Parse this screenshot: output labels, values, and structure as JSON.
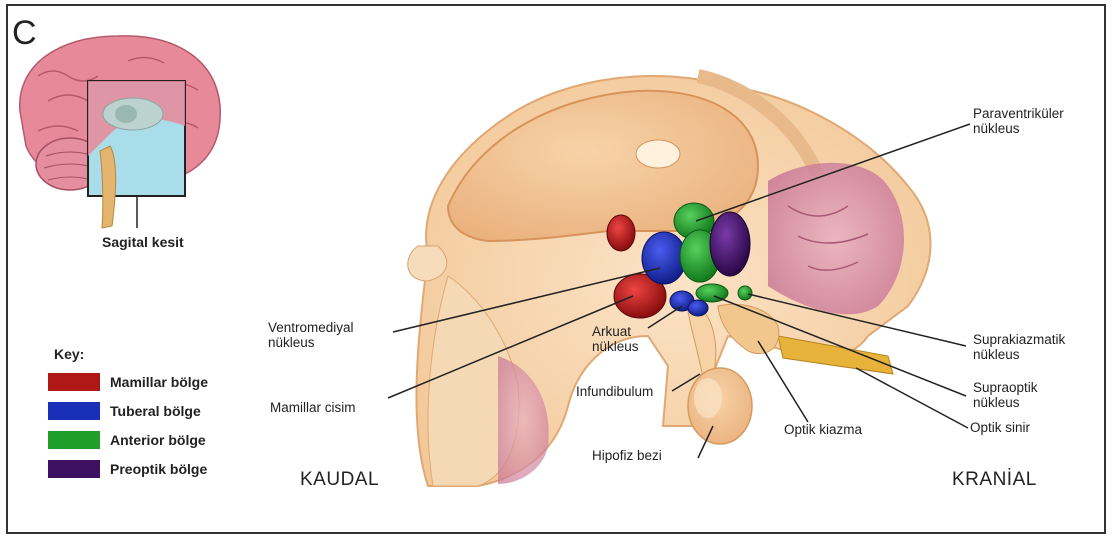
{
  "panel_letter": "C",
  "inset": {
    "caption": "Sagital kesit"
  },
  "labels": {
    "paraventricular": [
      "Paraventriküler",
      "nükleus"
    ],
    "ventromedial": [
      "Ventromediyal",
      "nükleus"
    ],
    "arcuate": [
      "Arkuat",
      "nükleus"
    ],
    "mamillary_body": "Mamillar cisim",
    "infundibulum": "Infundibulum",
    "pituitary": "Hipofiz bezi",
    "optic_chiasm": "Optik kiazma",
    "suprachiasmatic": [
      "Suprakiazmatik",
      "nükleus"
    ],
    "supraoptic": [
      "Supraoptik",
      "nükleus"
    ],
    "optic_nerve": "Optik sinir"
  },
  "key": {
    "title": "Key:",
    "items": [
      {
        "label": "Mamillar bölge",
        "color": "#b01818"
      },
      {
        "label": "Tuberal bölge",
        "color": "#1a2fb8"
      },
      {
        "label": "Anterior bölge",
        "color": "#1f9e2a"
      },
      {
        "label": "Preoptik bölge",
        "color": "#3d1062"
      }
    ]
  },
  "directions": {
    "caudal": "KAUDAL",
    "cranial": "KRANİAL"
  }
}
